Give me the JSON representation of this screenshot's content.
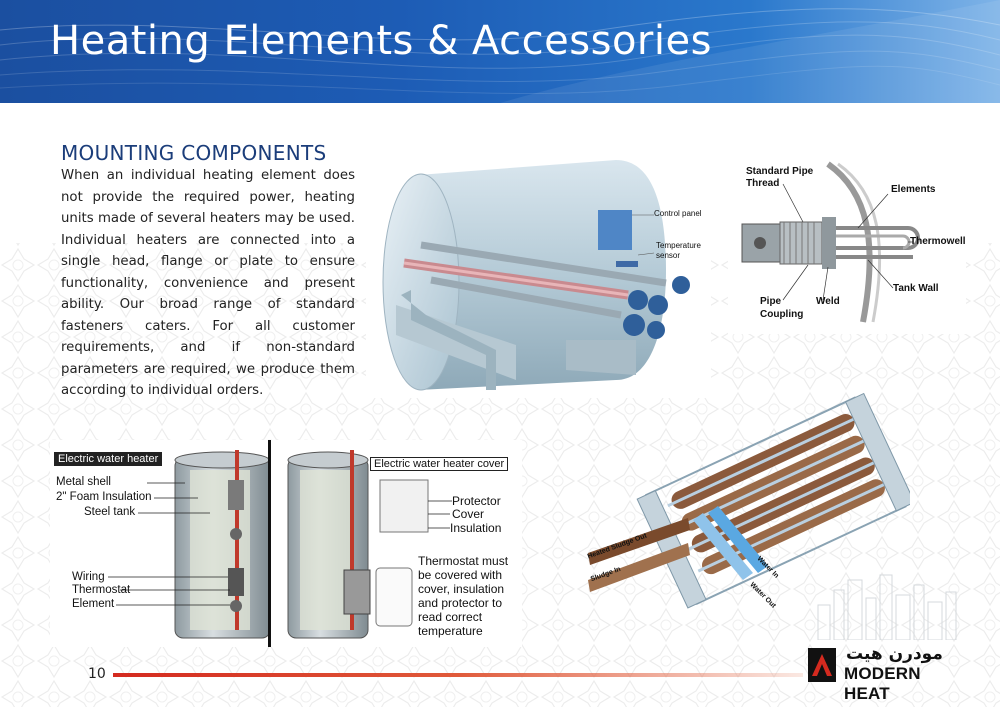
{
  "header": {
    "title": "Heating Elements & Accessories"
  },
  "section": {
    "title": "MOUNTING COMPONENTS",
    "body": "When an individual heating element does not provide the required power, heating units made of several heaters may be used. Individual heaters are connected into a single head, flange or plate to ensure functionality, convenience and present ability. Our broad range of standard fasteners caters. For all customer requirements, and if non-standard parameters are required, we produce them according to individual orders."
  },
  "fig_tank": {
    "control_panel": "Control panel",
    "temp_sensor_1": "Temperature",
    "temp_sensor_2": "sensor"
  },
  "fig_pipe": {
    "pipe_thread_1": "Standard Pipe",
    "pipe_thread_2": "Thread",
    "elements": "Elements",
    "thermowell": "Thermowell",
    "tank_wall": "Tank Wall",
    "weld": "Weld",
    "pipe_coupling_1": "Pipe",
    "pipe_coupling_2": "Coupling"
  },
  "fig_wh": {
    "left_title": "Electric water heater",
    "right_title": "Electric water heater cover",
    "metal_shell": "Metal shell",
    "foam": "2\" Foam Insulation",
    "steel_tank": "Steel tank",
    "wiring": "Wiring",
    "thermostat": "Thermostat",
    "element": "Element",
    "protector": "Protector",
    "cover": "Cover",
    "insulation": "Insulation",
    "note_1": "Thermostat must",
    "note_2": "be covered with",
    "note_3": "cover, insulation",
    "note_4": "and protector to",
    "note_5": "read correct",
    "note_6": "temperature"
  },
  "fig_hx": {
    "heated_sludge": "Heated Sludge Out",
    "sludge_in": "Sludge In",
    "water_in": "Water In",
    "water_out": "Water Out"
  },
  "footer": {
    "page_number": "10"
  },
  "logo": {
    "arabic": "مودرن هيت",
    "english": "MODERN HEAT"
  },
  "colors": {
    "brand_blue": "#1b4fa0",
    "title_blue": "#1b3d7a",
    "accent_red": "#d42a1f"
  }
}
